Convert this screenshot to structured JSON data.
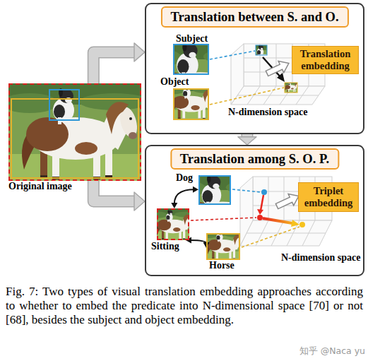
{
  "diagram": {
    "caption": "Fig. 7: Two types of visual translation embedding approaches according to whether to embed the predicate into N-dimensional space [70] or not [68], besides the subject and object embedding.",
    "nodes": [
      {
        "text": [
          "Original image"
        ]
      },
      {
        "text": [
          "Translation between S. and O."
        ]
      },
      {
        "text": [
          "Subject"
        ],
        "in": 1
      },
      {
        "text": [
          "Object"
        ],
        "in": 1
      },
      {
        "text": [
          "Translation embedding"
        ],
        "in": 1
      },
      {
        "text": [
          "Translation among S. O. P."
        ]
      },
      {
        "text": [
          "Dog"
        ],
        "in": 5
      },
      {
        "text": [
          "Sitting"
        ],
        "in": 5
      },
      {
        "text": [
          "Horse"
        ],
        "in": 5
      },
      {
        "text": [
          "Triplet embedding"
        ],
        "in": 5
      }
    ],
    "edges": [
      {
        "from": 0,
        "to": 1,
        "arrow": "to"
      },
      {
        "from": 0,
        "to": 5,
        "arrow": "to"
      },
      {
        "from": 1,
        "to": 5,
        "arrow": "to"
      },
      {
        "from": 6,
        "to": 7,
        "arrow": "both"
      },
      {
        "from": 7,
        "to": 8,
        "arrow": "both"
      }
    ],
    "labels": [
      "N-dimension space",
      "N-dimension space",
      "知乎 @Naca yu"
    ]
  }
}
